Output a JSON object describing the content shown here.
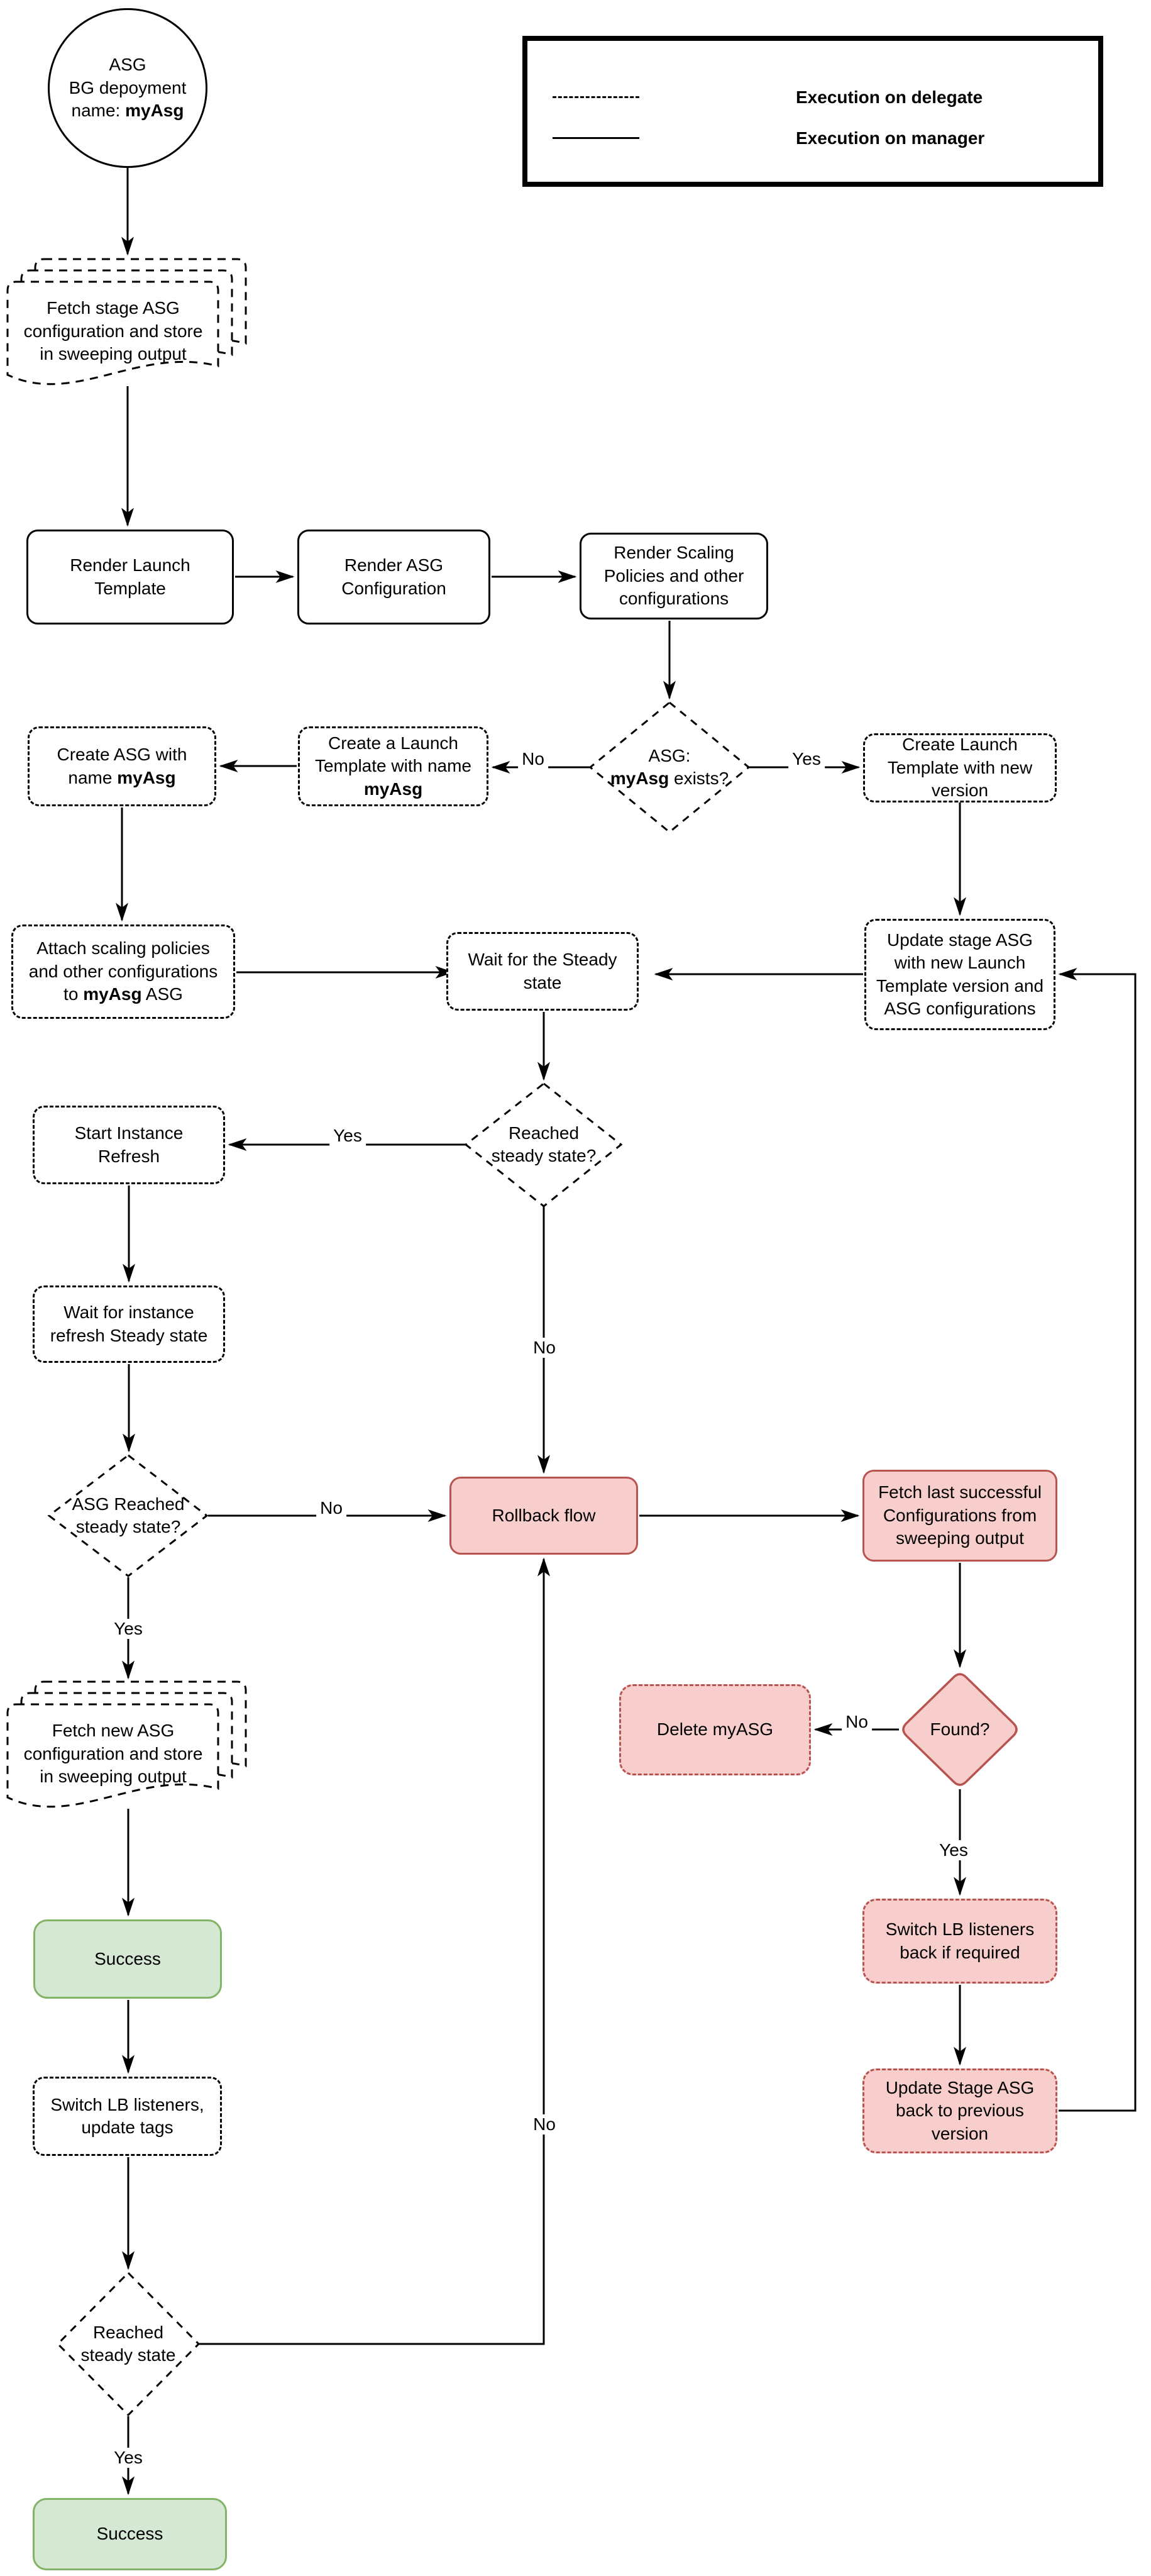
{
  "colors": {
    "line": "#000000",
    "red_fill": "#f8cecc",
    "red_border": "#b85450",
    "green_fill": "#d5e8d4",
    "green_border": "#82b366"
  },
  "legend": {
    "items": [
      {
        "style": "dashed",
        "label": "Execution on delegate"
      },
      {
        "style": "solid",
        "label": "Execution on manager"
      }
    ]
  },
  "nodes": {
    "start": {
      "line1": "ASG",
      "line2": "BG depoyment",
      "line3_prefix": "name: ",
      "line3_bold": "myAsg"
    },
    "fetch_stage": {
      "text": "Fetch stage ASG configuration and store in sweeping output"
    },
    "render_launch": {
      "text": "Render Launch Template"
    },
    "render_asg": {
      "text": "Render ASG Configuration"
    },
    "render_scaling": {
      "text": "Render Scaling Policies and other configurations"
    },
    "asg_exists": {
      "line1": "ASG:",
      "line2_bold": "myAsg",
      "line2_suffix": " exists?"
    },
    "create_launch_new": {
      "text": "Create Launch Template with new version"
    },
    "create_launch_named": {
      "prefix": "Create a Launch Template with name ",
      "bold": "myAsg"
    },
    "create_asg": {
      "prefix": "Create ASG with name ",
      "bold": "myAsg"
    },
    "attach_scaling": {
      "prefix": "Attach scaling policies and other configurations to ",
      "bold": "myAsg",
      "suffix": " ASG"
    },
    "wait_steady": {
      "text": "Wait for the Steady state"
    },
    "update_stage": {
      "text": "Update stage ASG with new Launch Template version and ASG configurations"
    },
    "reached_steady_1": {
      "text": "Reached steady state?"
    },
    "start_refresh": {
      "text": "Start Instance Refresh"
    },
    "wait_refresh": {
      "text": "Wait for instance refresh Steady state"
    },
    "asg_reached": {
      "text": "ASG Reached steady state?"
    },
    "rollback": {
      "text": "Rollback flow"
    },
    "fetch_last": {
      "text": "Fetch last successful Configurations from sweeping output"
    },
    "found": {
      "text": "Found?"
    },
    "delete_myasg": {
      "text": "Delete myASG"
    },
    "switch_lb_back": {
      "text": "Switch LB listeners back if required"
    },
    "update_stage_back": {
      "text": "Update Stage ASG back to previous version"
    },
    "fetch_new": {
      "text": "Fetch new ASG configuration and store in sweeping output"
    },
    "success_1": {
      "text": "Success"
    },
    "switch_lb": {
      "text": "Switch LB listeners, update tags"
    },
    "reached_steady_2": {
      "text": "Reached steady state"
    },
    "success_2": {
      "text": "Success"
    }
  },
  "labels": {
    "asg_exists_no": "No",
    "asg_exists_yes": "Yes",
    "reached1_yes": "Yes",
    "reached1_no": "No",
    "asg_reached_no": "No",
    "asg_reached_yes": "Yes",
    "found_no": "No",
    "found_yes": "Yes",
    "reached2_no": "No",
    "reached2_yes": "Yes"
  }
}
